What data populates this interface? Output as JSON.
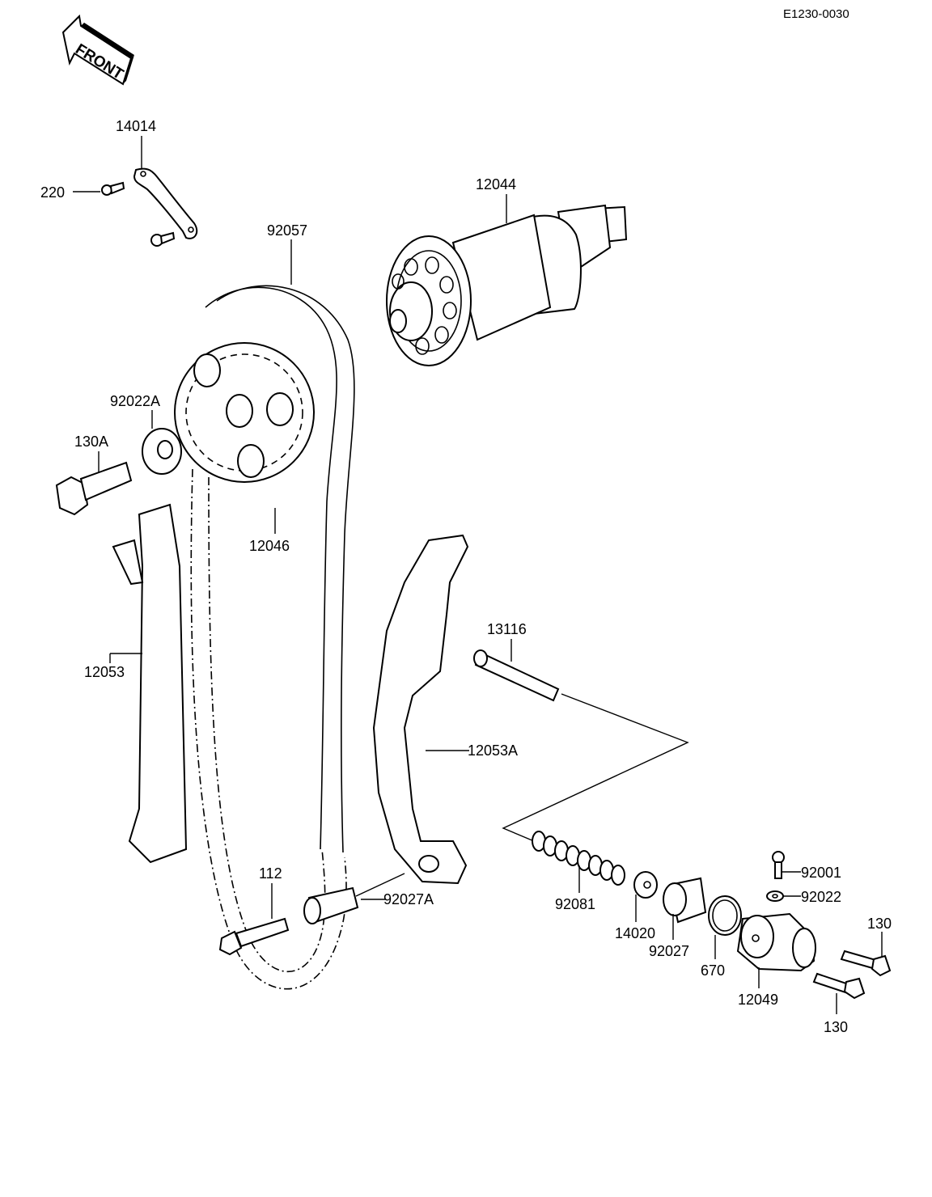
{
  "header": {
    "diagram_code": "E1230-0030",
    "front_label": "FRONT"
  },
  "parts": {
    "p14014": "14014",
    "p220": "220",
    "p92057": "92057",
    "p12044": "12044",
    "p92022A": "92022A",
    "p130A": "130A",
    "p12046": "12046",
    "p12053": "12053",
    "p13116": "13116",
    "p12053A": "12053A",
    "p112": "112",
    "p92027A": "92027A",
    "p92081": "92081",
    "p14020": "14020",
    "p92027": "92027",
    "p670": "670",
    "p12049": "12049",
    "p92001": "92001",
    "p92022": "92022",
    "p130_top": "130",
    "p130_bottom": "130"
  }
}
